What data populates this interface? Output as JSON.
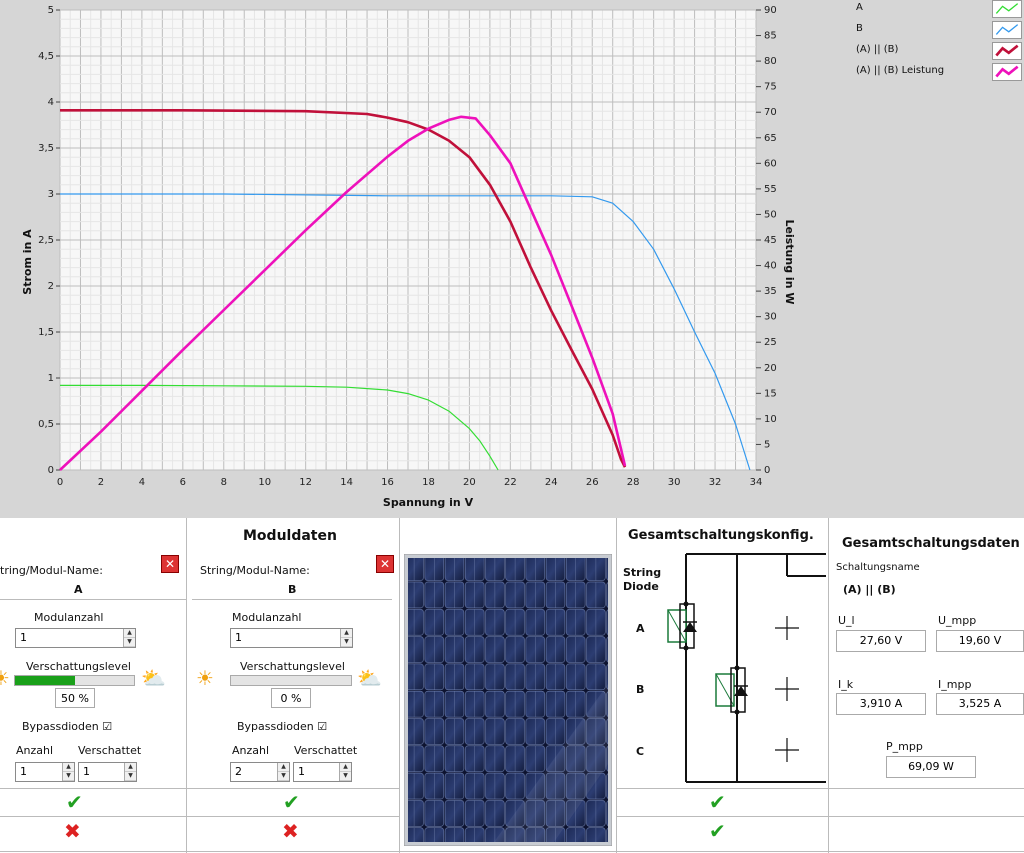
{
  "chart_data": {
    "type": "line",
    "xlabel": "Spannung in V",
    "ylabel": "Strom in A",
    "y2label": "Leistung in W",
    "xlim": [
      0,
      34
    ],
    "ylim": [
      0,
      5
    ],
    "y2lim": [
      0,
      90
    ],
    "xticks": [
      0,
      2,
      4,
      6,
      8,
      10,
      12,
      14,
      16,
      18,
      20,
      22,
      24,
      26,
      28,
      30,
      32,
      34
    ],
    "yticks": [
      "0",
      "0,5",
      "1",
      "1,5",
      "2",
      "2,5",
      "3",
      "3,5",
      "4",
      "4,5",
      "5"
    ],
    "y2ticks": [
      0,
      5,
      10,
      15,
      20,
      25,
      30,
      35,
      40,
      45,
      50,
      55,
      60,
      65,
      70,
      75,
      80,
      85,
      90
    ],
    "grid": true,
    "legend": "top-right",
    "series": [
      {
        "name": "A",
        "axis": "left",
        "color": "#33dd33",
        "x": [
          0,
          4,
          8,
          12,
          14,
          16,
          17,
          18,
          19,
          20,
          20.5,
          21,
          21.4
        ],
        "y": [
          0.92,
          0.92,
          0.915,
          0.91,
          0.9,
          0.87,
          0.83,
          0.76,
          0.64,
          0.45,
          0.32,
          0.15,
          0.0
        ]
      },
      {
        "name": "B",
        "axis": "left",
        "color": "#3399ee",
        "x": [
          0,
          8,
          16,
          24,
          26,
          27,
          28,
          29,
          30,
          31,
          32,
          33,
          33.7
        ],
        "y": [
          3.0,
          3.0,
          2.98,
          2.98,
          2.97,
          2.9,
          2.7,
          2.4,
          1.97,
          1.5,
          1.05,
          0.5,
          0.0
        ]
      },
      {
        "name": "(A) || (B)",
        "axis": "left",
        "color": "#c0103a",
        "x": [
          0,
          6,
          12,
          15,
          16,
          17,
          18,
          19,
          20,
          21,
          22,
          23,
          24,
          25,
          26,
          27,
          27.4,
          27.6
        ],
        "y": [
          3.91,
          3.91,
          3.9,
          3.87,
          3.83,
          3.78,
          3.7,
          3.58,
          3.4,
          3.1,
          2.7,
          2.2,
          1.73,
          1.3,
          0.88,
          0.38,
          0.12,
          0.03
        ]
      },
      {
        "name": "(A) || (B)  Leistung",
        "axis": "right",
        "color": "#ee11bb",
        "x": [
          0,
          2,
          4,
          6,
          8,
          10,
          12,
          14,
          16,
          17,
          18,
          19,
          19.6,
          20.3,
          21,
          22,
          23,
          24,
          25,
          26,
          27,
          27.6
        ],
        "y": [
          0,
          7.5,
          15.5,
          23.5,
          31.3,
          39.1,
          46.9,
          54.4,
          61.3,
          64.4,
          66.8,
          68.5,
          69.1,
          68.8,
          65.5,
          60,
          51,
          42,
          32,
          22,
          11,
          0.8
        ]
      }
    ]
  },
  "panel": {
    "moduldaten_title": "Moduldaten",
    "gesamtkonfig_title": "Gesamtschaltungskonfig.",
    "gesamtdaten_title": "Gesamtschaltungsdaten",
    "module_a": {
      "name_label": "tring/Modul-Name:",
      "name": "A",
      "modulanzahl_label": "Modulanzahl",
      "modulanzahl": "1",
      "verschattung_label": "Verschattungslevel",
      "verschattung_pct": "50 %",
      "verschattung_value": 0.5,
      "bypass_label": "Bypassdioden",
      "bypass_checked": "☑",
      "anzahl_label": "Anzahl",
      "verschattet_label": "Verschattet",
      "anzahl": "1",
      "verschattet": "1"
    },
    "module_b": {
      "name_label": "String/Modul-Name:",
      "name": "B",
      "modulanzahl_label": "Modulanzahl",
      "modulanzahl": "1",
      "verschattung_label": "Verschattungslevel",
      "verschattung_pct": "0 %",
      "verschattung_value": 0.0,
      "bypass_label": "Bypassdioden",
      "bypass_checked": "☑",
      "anzahl_label": "Anzahl",
      "verschattet_label": "Verschattet",
      "anzahl": "2",
      "verschattet": "1"
    },
    "circuit": {
      "string_label": "String",
      "diode_label": "Diode",
      "rows": [
        "A",
        "B",
        "C"
      ]
    },
    "gesamt": {
      "schaltungsname_label": "Schaltungsname",
      "schaltungsname": "(A) || (B)",
      "u_l_label": "U_l",
      "u_l": "27,60 V",
      "u_mpp_label": "U_mpp",
      "u_mpp": "19,60 V",
      "i_k_label": "I_k",
      "i_k": "3,910 A",
      "i_mpp_label": "I_mpp",
      "i_mpp": "3,525 A",
      "p_mpp_label": "P_mpp",
      "p_mpp": "69,09 W"
    },
    "colors": {
      "accept": "#22a022",
      "reject": "#dd2222",
      "fill": "#1aa01a"
    }
  }
}
